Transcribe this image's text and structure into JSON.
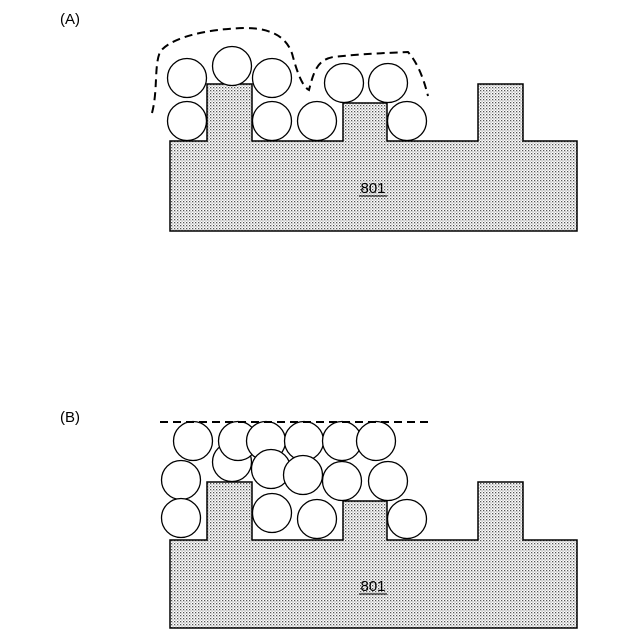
{
  "panels": [
    {
      "label": "(A)",
      "reference_numeral": "801"
    },
    {
      "label": "(B)",
      "reference_numeral": "801"
    }
  ],
  "colors": {
    "substrate_dots": "#000000",
    "background": "#ffffff"
  }
}
